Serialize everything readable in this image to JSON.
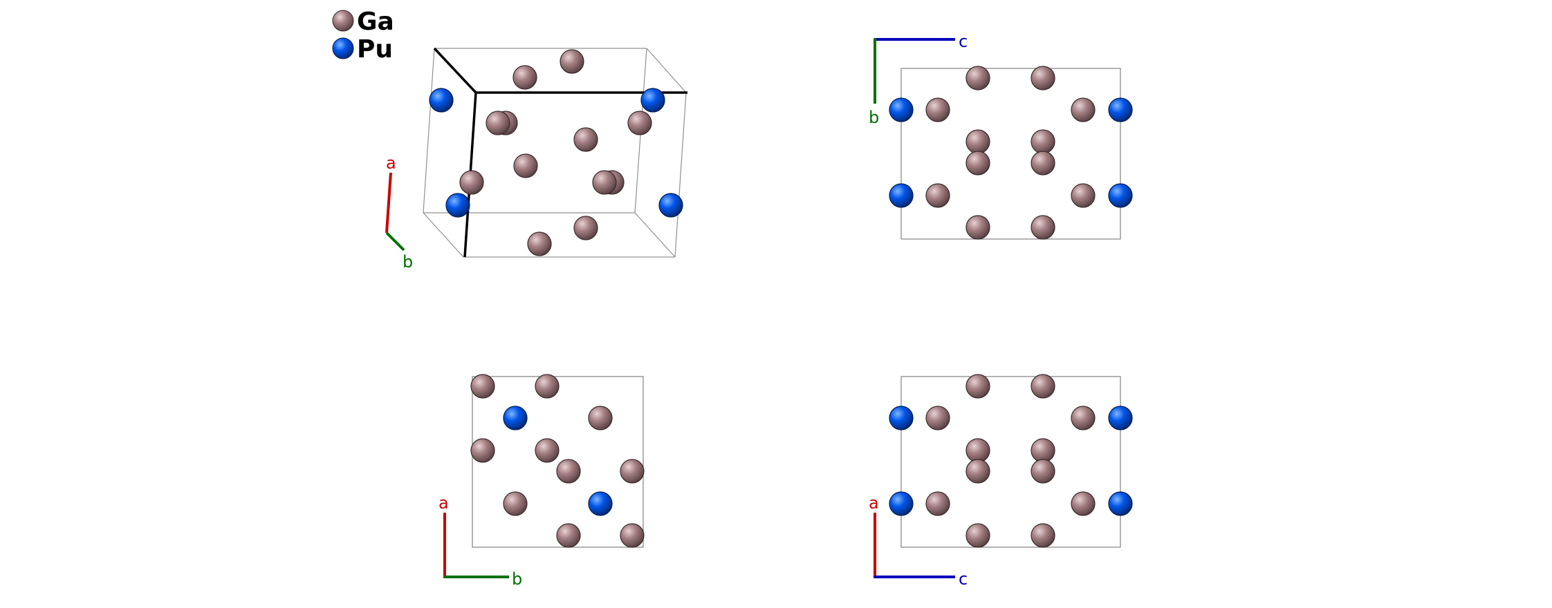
{
  "legend": {
    "items": [
      {
        "symbol": "Ga",
        "color": "#a47f82"
      },
      {
        "symbol": "Pu",
        "color": "#0055e8"
      }
    ]
  },
  "colors": {
    "Ga": "#a47f82",
    "Pu": "#0055e8",
    "axis_a": "#cc0000",
    "axis_b": "#007000",
    "axis_c": "#0000bb",
    "cell_line": "#808080",
    "cell_edge_bold": "#000000"
  },
  "panels": {
    "perspective": {
      "axes": [
        {
          "label": "a",
          "color": "#cc0000"
        },
        {
          "label": "b",
          "color": "#007000"
        }
      ]
    },
    "view_bc": {
      "axes": [
        {
          "label": "c",
          "color": "#0000bb"
        },
        {
          "label": "b",
          "color": "#007000"
        }
      ]
    },
    "view_ab": {
      "axes": [
        {
          "label": "a",
          "color": "#cc0000"
        },
        {
          "label": "b",
          "color": "#007000"
        }
      ]
    },
    "view_ac": {
      "axes": [
        {
          "label": "a",
          "color": "#cc0000"
        },
        {
          "label": "c",
          "color": "#0000bb"
        }
      ]
    }
  }
}
